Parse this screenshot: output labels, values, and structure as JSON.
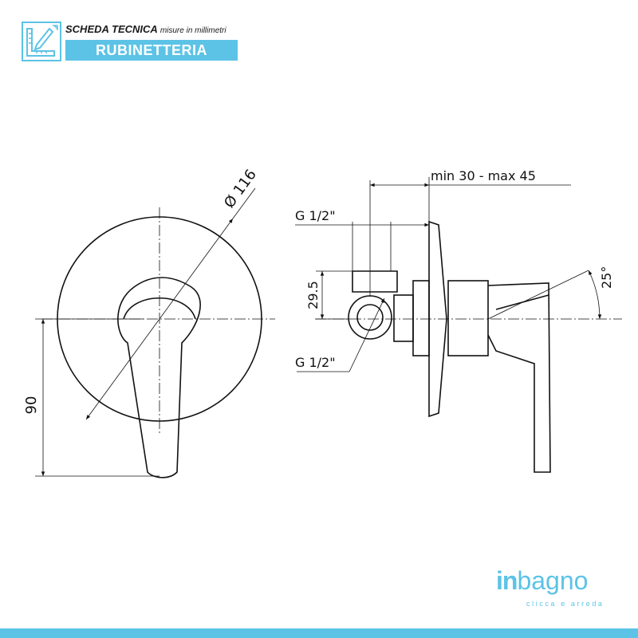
{
  "header": {
    "title": "SCHEDA TECNICA",
    "subtitle": "misure in millimetri",
    "category": "RUBINETTERIA"
  },
  "dimensions": {
    "diameter": "Ø 116",
    "height": "90",
    "depth_range": "min 30 - max 45",
    "thread_top": "G 1/2\"",
    "thread_bottom": "G 1/2\"",
    "outlet_offset": "29.5",
    "handle_angle": "25°"
  },
  "brand": {
    "name_in": "in",
    "name_rest": "bagno",
    "tagline": "clicca e arreda"
  },
  "colors": {
    "accent": "#5cc3e6",
    "line": "#111111"
  }
}
